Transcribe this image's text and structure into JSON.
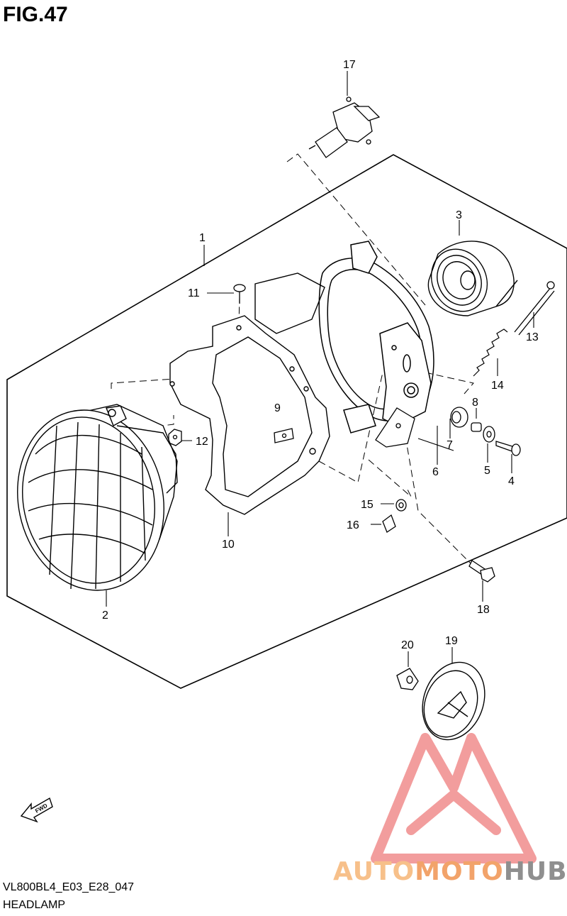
{
  "figure": {
    "title": "FIG.47"
  },
  "callouts": [
    "1",
    "2",
    "3",
    "4",
    "5",
    "6",
    "7",
    "8",
    "9",
    "10",
    "11",
    "12",
    "13",
    "14",
    "15",
    "16",
    "17",
    "18",
    "19",
    "20"
  ],
  "fwd_label": "FWD",
  "footer": {
    "model_code": "VL800BL4_E03_E28_047",
    "caption": "HEADLAMP"
  },
  "watermark": {
    "part1": "AUTO",
    "part2": "MOTO",
    "part3": "HUB",
    "colors": {
      "auto": "#f7c08a",
      "moto": "#f2a36a",
      "hub": "#8f8f8f",
      "logo": "#f08c8c"
    }
  }
}
